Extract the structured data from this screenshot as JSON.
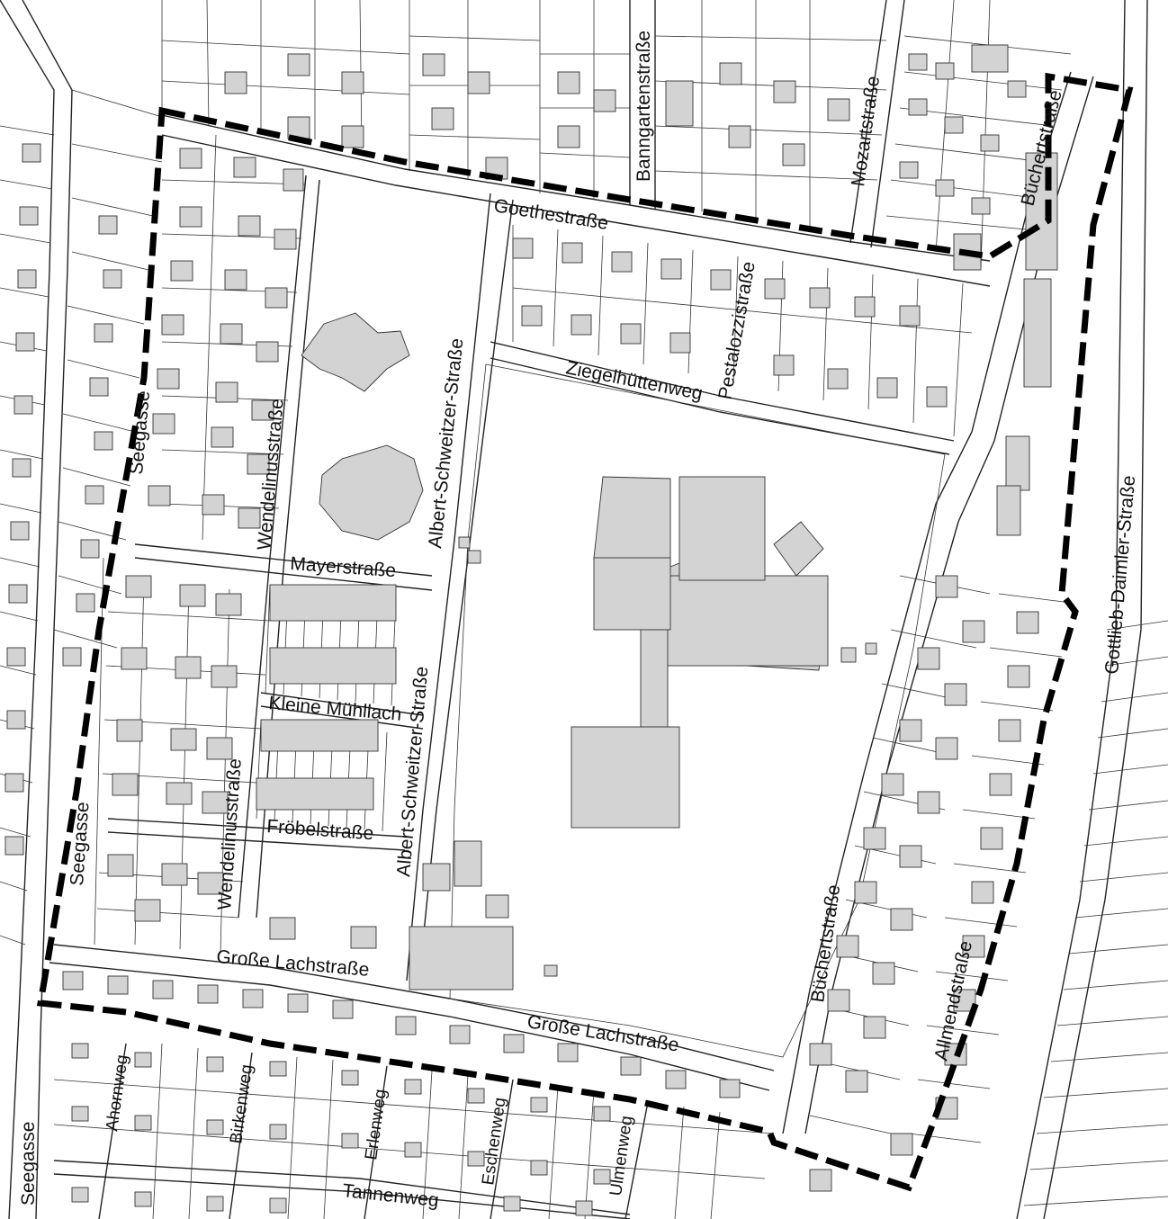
{
  "map": {
    "colors": {
      "background": "#ffffff",
      "building": "#d3d3d3",
      "line": "#333333",
      "boundary": "#000000",
      "label": "#111111"
    },
    "streets": {
      "goethestrasse": "Goethestraße",
      "banngartenstrasse": "Banngartenstraße",
      "mozartstrasse": "Mozartstraße",
      "buecherstrasse_ne": "Büchertstraße",
      "pestalozzistrasse": "Pestalozzistraße",
      "ziegelhuettenweg": "Ziegelhüttenweg",
      "albert_schweitzer_n": "Albert-Schweitzer-Straße",
      "albert_schweitzer_s": "Albert-Schweitzer-Straße",
      "wendelinusstrasse_n": "Wendelinusstraße",
      "wendelinusstrasse_s": "Wendelinusstraße",
      "seegasse_n": "Seegasse",
      "seegasse_mid": "Seegasse",
      "seegasse_s": "Seegasse",
      "mayerstrasse": "Mayerstraße",
      "kleine_muehllach": "Kleine Mühllach",
      "froebelstrasse": "Fröbelstraße",
      "grosse_lachstrasse_w": "Große Lachstraße",
      "grosse_lachstrasse_e": "Große Lachstraße",
      "buecherstrasse_se": "Büchertstraße",
      "allmendstrasse": "Allmendstraße",
      "gottlieb_daimler": "Gottlieb-Daimler-Straße",
      "ahornweg": "Ahornweg",
      "birkenweg": "Birkenweg",
      "erlenweg": "Erlenweg",
      "eschenweg": "Eschenweg",
      "ulmenweg": "Ulmenweg",
      "tannenweg": "Tannenweg"
    }
  }
}
